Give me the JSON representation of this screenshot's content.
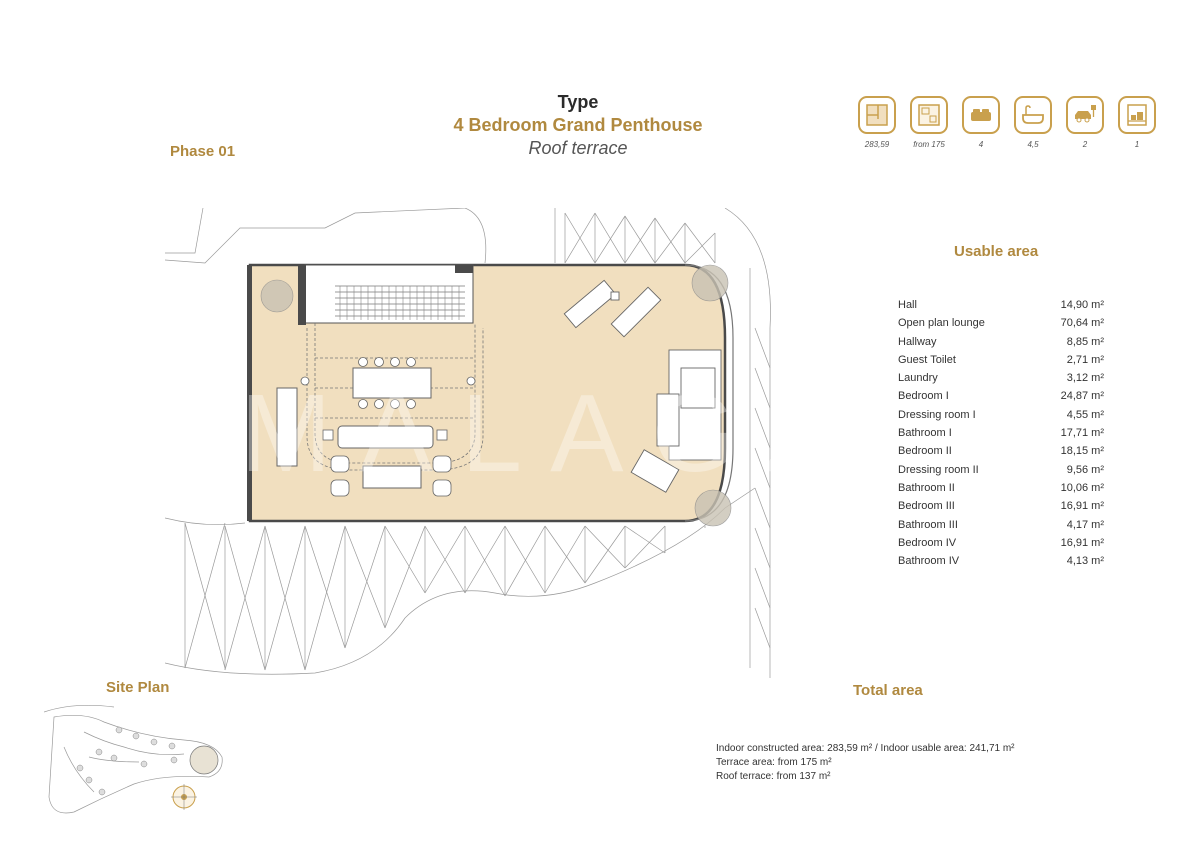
{
  "header": {
    "type_label": "Type",
    "unit_name": "4 Bedroom Grand Penthouse",
    "floor_name": "Roof terrace",
    "phase": "Phase 01"
  },
  "icons": [
    {
      "icon": "floorplan-icon",
      "label": "283,59"
    },
    {
      "icon": "terrace-plan-icon",
      "label": "from 175"
    },
    {
      "icon": "bed-icon",
      "label": "4"
    },
    {
      "icon": "bathtub-icon",
      "label": "4,5"
    },
    {
      "icon": "parking-icon",
      "label": "2"
    },
    {
      "icon": "storage-icon",
      "label": "1"
    }
  ],
  "usable_area": {
    "title": "Usable area",
    "rooms": [
      {
        "name": "Hall",
        "value": "14,90 m²"
      },
      {
        "name": "Open plan lounge",
        "value": "70,64 m²"
      },
      {
        "name": "Hallway",
        "value": "8,85 m²"
      },
      {
        "name": "Guest Toilet",
        "value": "2,71 m²"
      },
      {
        "name": "Laundry",
        "value": "3,12 m²"
      },
      {
        "name": "Bedroom I",
        "value": "24,87 m²"
      },
      {
        "name": "Dressing room I",
        "value": "4,55 m²"
      },
      {
        "name": "Bathroom I",
        "value": "17,71 m²"
      },
      {
        "name": "Bedroom II",
        "value": "18,15 m²"
      },
      {
        "name": "Dressing room II",
        "value": "9,56 m²"
      },
      {
        "name": "Bathroom II",
        "value": "10,06 m²"
      },
      {
        "name": "Bedroom III",
        "value": "16,91 m²"
      },
      {
        "name": "Bathroom III",
        "value": "4,17 m²"
      },
      {
        "name": "Bedroom IV",
        "value": "16,91 m²"
      },
      {
        "name": "Bathroom IV",
        "value": "4,13 m²"
      }
    ]
  },
  "site_plan": {
    "title": "Site Plan"
  },
  "total_area": {
    "title": "Total area",
    "lines": [
      "Indoor constructed area: 283,59  m² / Indoor usable area: 241,71 m²",
      "Terrace area: from 175  m²",
      "Roof terrace: from 137 m²"
    ]
  },
  "watermark": "MALAGA",
  "colors": {
    "gold": "#b0893f",
    "floor_fill": "#f1dfbf",
    "line": "#555555"
  }
}
